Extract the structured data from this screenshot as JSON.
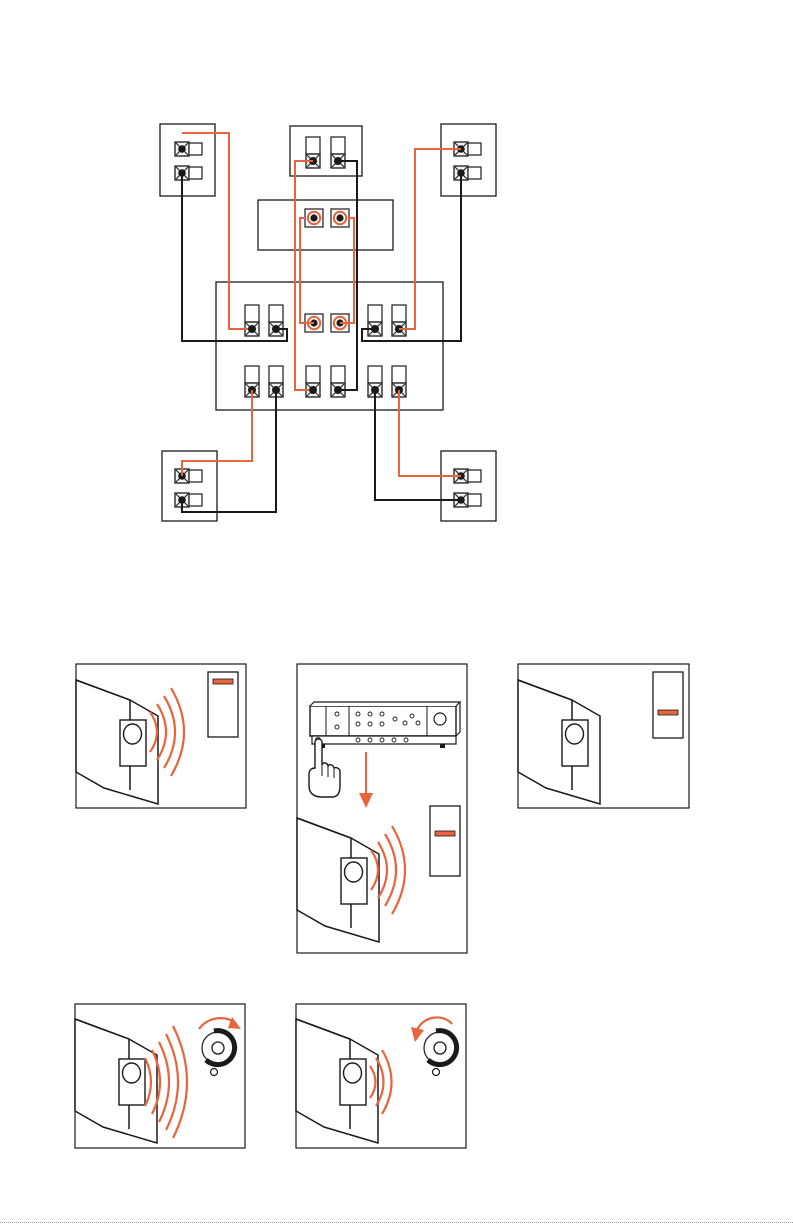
{
  "colors": {
    "accent": "#e8643c",
    "ink": "#1a1a1a",
    "paper": "#ffffff",
    "terminal_fill": "#f2f2f2"
  },
  "diagram": {
    "components": [
      "front-left-speaker",
      "center-speaker",
      "front-right-speaker",
      "subwoofer-panel",
      "receiver-back-panel",
      "surround-left-speaker",
      "surround-right-speaker"
    ],
    "wire_colors": {
      "positive": "accent",
      "negative": "ink"
    }
  },
  "panels": [
    {
      "id": "test-tone-loud",
      "icons": [
        "speaker-icon",
        "sound-waves-icon",
        "level-switch-icon"
      ],
      "switch_position": "top"
    },
    {
      "id": "remote-trigger",
      "icons": [
        "receiver-icon",
        "hand-pointer-icon",
        "down-arrow-icon",
        "speaker-icon",
        "sound-waves-icon",
        "level-switch-icon"
      ],
      "switch_position": "middle"
    },
    {
      "id": "test-tone-silent",
      "icons": [
        "speaker-icon",
        "level-switch-icon"
      ],
      "switch_position": "center"
    },
    {
      "id": "volume-up",
      "icons": [
        "speaker-icon",
        "sound-waves-icon",
        "volume-knob-icon",
        "clockwise-arrow-icon"
      ]
    },
    {
      "id": "volume-down",
      "icons": [
        "speaker-icon",
        "sound-waves-icon",
        "volume-knob-icon",
        "counterclockwise-arrow-icon"
      ]
    }
  ]
}
